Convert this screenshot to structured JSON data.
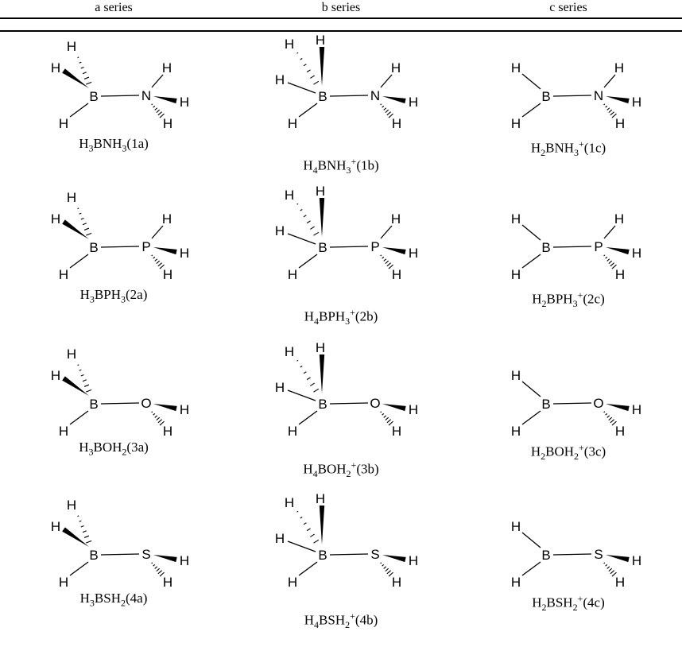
{
  "headers": [
    "a series",
    "b series",
    "c series"
  ],
  "rows": [
    {
      "center": "N",
      "cells": [
        {
          "formula": [
            "H",
            "3",
            "BNH",
            "3",
            "",
            "(1a)"
          ]
        },
        {
          "formula": [
            "H",
            "4",
            "BNH",
            "3",
            "+",
            "(1b)"
          ]
        },
        {
          "formula": [
            "H",
            "2",
            "BNH",
            "3",
            "+",
            "(1c)"
          ]
        }
      ]
    },
    {
      "center": "P",
      "cells": [
        {
          "formula": [
            "H",
            "3",
            "BPH",
            "3",
            "",
            "(2a)"
          ]
        },
        {
          "formula": [
            "H",
            "4",
            "BPH",
            "3",
            "+",
            "(2b)"
          ]
        },
        {
          "formula": [
            "H",
            "2",
            "BPH",
            "3",
            "+",
            "(2c)"
          ]
        }
      ]
    },
    {
      "center": "O",
      "cells": [
        {
          "formula": [
            "H",
            "3",
            "BOH",
            "2",
            "",
            "(3a)"
          ]
        },
        {
          "formula": [
            "H",
            "4",
            "BOH",
            "2",
            "+",
            "(3b)"
          ]
        },
        {
          "formula": [
            "H",
            "2",
            "BOH",
            "2",
            "+",
            "(3c)"
          ]
        }
      ]
    },
    {
      "center": "S",
      "cells": [
        {
          "formula": [
            "H",
            "3",
            "BSH",
            "2",
            "",
            "(4a)"
          ]
        },
        {
          "formula": [
            "H",
            "4",
            "BSH",
            "2",
            "+",
            "(4b)"
          ]
        },
        {
          "formula": [
            "H",
            "2",
            "BSH",
            "2",
            "+",
            "(4c)"
          ]
        }
      ]
    }
  ],
  "atoms": {
    "boron": "B",
    "hydrogen": "H"
  }
}
